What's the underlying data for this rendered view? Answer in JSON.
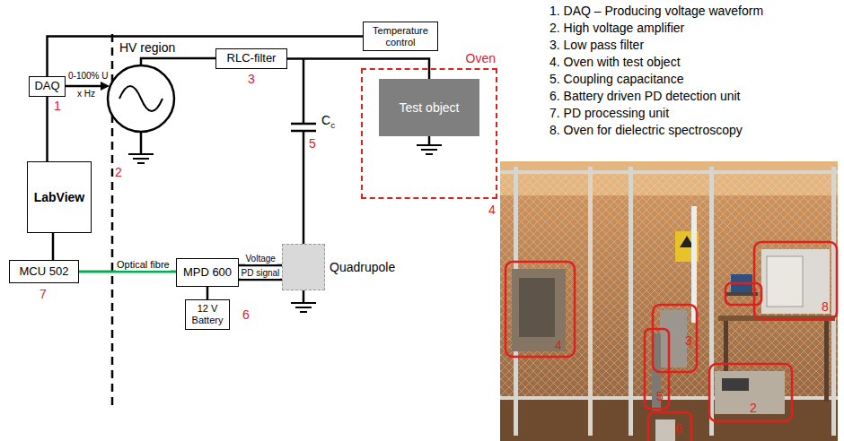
{
  "diagram": {
    "nodes": [
      {
        "text": [
          "Temperature control"
        ]
      },
      {
        "text": [
          "Oven"
        ]
      },
      {
        "text": [
          "Test object"
        ],
        "in": 1
      },
      {
        "text": [
          "DAQ"
        ]
      },
      {
        "text": [
          "RLC-filter"
        ]
      },
      {
        "text": [
          "LabView"
        ]
      },
      {
        "text": [
          "MCU 502"
        ]
      },
      {
        "text": [
          "MPD 600"
        ]
      },
      {
        "text": [
          "Quadrupole"
        ]
      },
      {
        "text": [
          "12 V Battery"
        ]
      }
    ],
    "edges": [
      {
        "from": 3,
        "to": 0,
        "arrow": "none"
      },
      {
        "from": 3,
        "to": 5,
        "arrow": "none"
      },
      {
        "from": 5,
        "to": 6,
        "arrow": "none"
      },
      {
        "from": 6,
        "to": 7,
        "label": "Optical fibre",
        "arrow": "none"
      },
      {
        "from": 7,
        "to": 8,
        "label": "Voltage",
        "arrow": "none"
      },
      {
        "from": 7,
        "to": 8,
        "label": "PD signal",
        "arrow": "none"
      },
      {
        "from": 7,
        "to": 9,
        "arrow": "none"
      },
      {
        "from": 4,
        "to": 2,
        "arrow": "none"
      }
    ],
    "labels": [
      "HV region",
      "0-100% U",
      "x Hz",
      "1",
      "2",
      "3",
      "Cc",
      "5",
      "4",
      "7",
      "6",
      "1. DAQ – Producing voltage waveform",
      "2. High voltage amplifier",
      "3. Low pass filter",
      "4. Oven with test object",
      "5. Coupling capacitance",
      "6. Battery driven PD detection unit",
      "7. PD processing unit",
      "8. Oven for dielectric spectroscopy",
      "4",
      "3",
      "5",
      "7",
      "8",
      "2",
      "6"
    ]
  }
}
